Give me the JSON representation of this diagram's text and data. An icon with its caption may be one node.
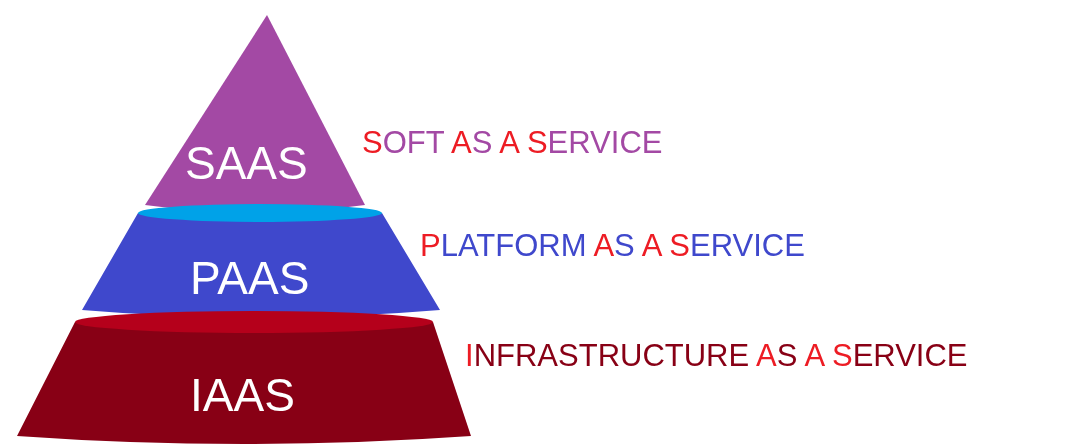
{
  "diagram": {
    "nodes": [
      {
        "text": [
          "SAAS"
        ],
        "beside": [
          "SOFT AS A SERVICE"
        ]
      },
      {
        "text": [
          "PAAS"
        ],
        "beside": [
          "PLATFORM AS A SERVICE"
        ]
      },
      {
        "text": [
          "IAAS"
        ],
        "beside": [
          "INFRASTRUCTURE AS A SERVICE"
        ]
      }
    ]
  }
}
